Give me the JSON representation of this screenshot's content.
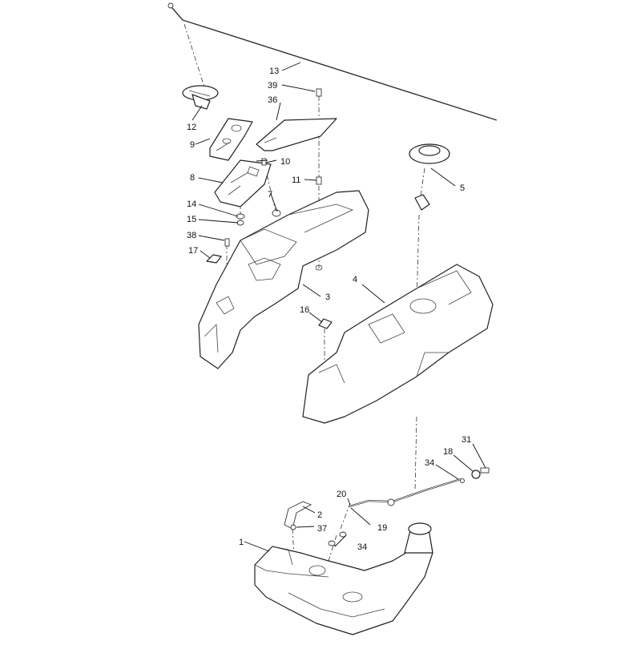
{
  "callouts": {
    "c1": "1",
    "c2": "2",
    "c3": "3",
    "c4": "4",
    "c5": "5",
    "c7": "7",
    "c8": "8",
    "c9": "9",
    "c10": "10",
    "c11": "11",
    "c12": "12",
    "c13": "13",
    "c14": "14",
    "c15": "15",
    "c16": "16",
    "c17": "17",
    "c18": "18",
    "c19": "19",
    "c20": "20",
    "c31": "31",
    "c34a": "34",
    "c34b": "34",
    "c36": "36",
    "c37": "37",
    "c38": "38",
    "c39": "39"
  },
  "colors": {
    "line": "#222222",
    "background": "#ffffff"
  }
}
